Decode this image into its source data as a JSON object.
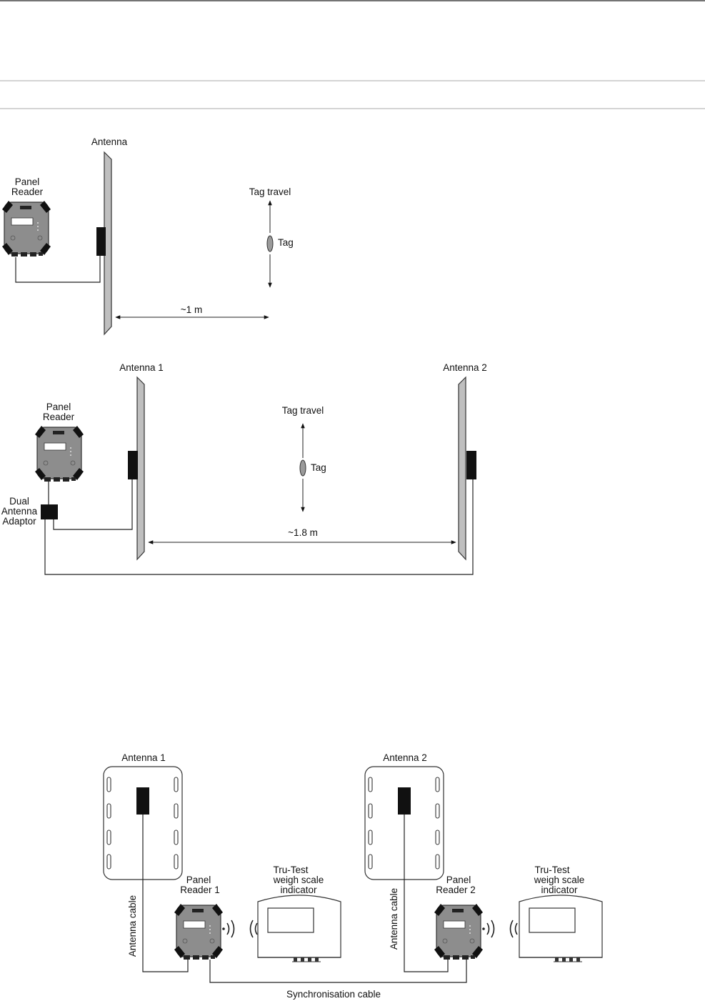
{
  "diagram1": {
    "antenna_label": "Antenna",
    "reader_label_line1": "Panel",
    "reader_label_line2": "Reader",
    "tag_travel_label": "Tag travel",
    "tag_label": "Tag",
    "distance_label": "~1 m"
  },
  "diagram2": {
    "antenna1_label": "Antenna 1",
    "antenna2_label": "Antenna 2",
    "reader_label_line1": "Panel",
    "reader_label_line2": "Reader",
    "adaptor_label_line1": "Dual",
    "adaptor_label_line2": "Antenna",
    "adaptor_label_line3": "Adaptor",
    "tag_travel_label": "Tag travel",
    "tag_label": "Tag",
    "distance_label": "~1.8 m"
  },
  "diagram3": {
    "antenna1_label": "Antenna 1",
    "antenna2_label": "Antenna 2",
    "reader1_label_line1": "Panel",
    "reader1_label_line2": "Reader 1",
    "reader2_label_line1": "Panel",
    "reader2_label_line2": "Reader 2",
    "indicator1_line1": "Tru-Test",
    "indicator1_line2": "weigh scale",
    "indicator1_line3": "indicator",
    "indicator2_line1": "Tru-Test",
    "indicator2_line2": "weigh scale",
    "indicator2_line3": "indicator",
    "cable1_label": "Antenna cable",
    "cable2_label": "Antenna cable",
    "sync_cable_label": "Synchronisation cable"
  }
}
